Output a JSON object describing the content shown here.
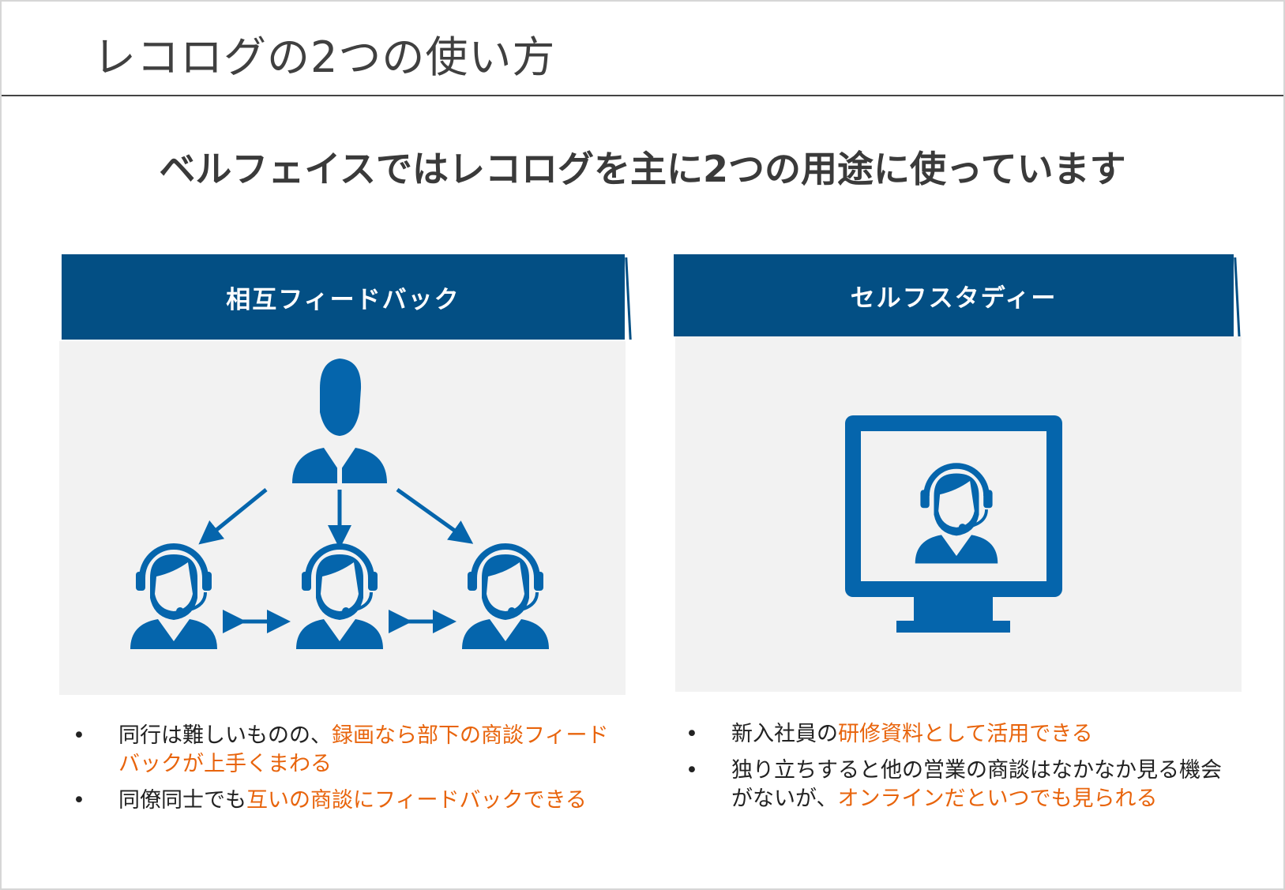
{
  "slide": {
    "title": "レコログの2つの使い方",
    "subtitle": "ベルフェイスではレコログを主に2つの用途に使っています"
  },
  "panels": [
    {
      "heading": "相互フィードバック",
      "icon": "team-feedback-diagram-icon",
      "bullets": [
        {
          "segments": [
            {
              "text": "同行は難しいものの、",
              "highlight": false
            },
            {
              "text": "録画なら部下の商談フィードバックが上手くまわる",
              "highlight": true
            }
          ]
        },
        {
          "segments": [
            {
              "text": "同僚同士でも",
              "highlight": false
            },
            {
              "text": "互いの商談にフィードバックできる",
              "highlight": true
            }
          ]
        }
      ]
    },
    {
      "heading": "セルフスタディー",
      "icon": "monitor-operator-icon",
      "bullets": [
        {
          "segments": [
            {
              "text": "新入社員の",
              "highlight": false
            },
            {
              "text": "研修資料として活用できる",
              "highlight": true
            }
          ]
        },
        {
          "segments": [
            {
              "text": "独り立ちすると他の営業の商談はなかなか見る機会がないが、",
              "highlight": false
            },
            {
              "text": "オンラインだといつでも見られる",
              "highlight": true
            }
          ]
        }
      ]
    }
  ],
  "bullet_char": "•",
  "colors": {
    "header": "#034f84",
    "icon": "#0565ac",
    "highlight": "#e8640c",
    "panel_bg": "#f2f2f2"
  }
}
